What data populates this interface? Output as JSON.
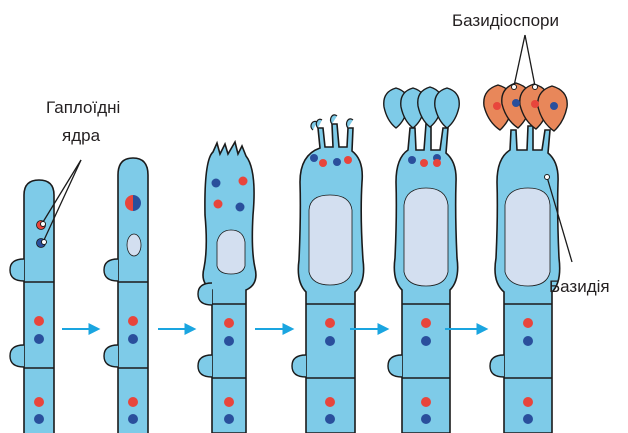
{
  "labels": {
    "haploid_line1": "Гаплоїдні",
    "haploid_line2": "ядра",
    "basidiospores": "Базидіоспори",
    "basidium": "Базидія"
  },
  "stages": [
    {
      "index": 1,
      "name": "hypha-two-nuclei"
    },
    {
      "index": 2,
      "name": "nuclear-fusion"
    },
    {
      "index": 3,
      "name": "meiosis"
    },
    {
      "index": 4,
      "name": "sterigmata"
    },
    {
      "index": 5,
      "name": "spore-formation"
    },
    {
      "index": 6,
      "name": "mature-basidiospores"
    }
  ],
  "colors": {
    "cell_fill": "#7ecbe8",
    "cell_stroke": "#1b1b1b",
    "vacuole": "#d3dff0",
    "nucleus_red": "#e8453c",
    "nucleus_blue": "#2a4f9c",
    "spore_mature": "#e8875a",
    "spore_young": "#7ecbe8",
    "arrow": "#1aa5e0",
    "text": "#231f20"
  }
}
